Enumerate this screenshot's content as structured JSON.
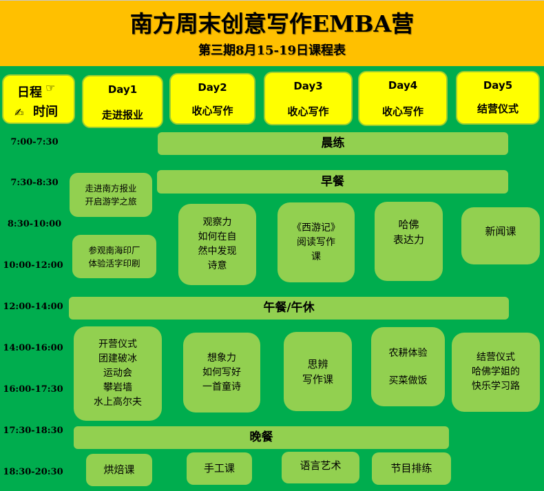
{
  "header": {
    "title": "南方周末创意写作EMBA营",
    "subtitle": "第三期8月15-19日课程表",
    "background_color": "#ffc000"
  },
  "colors": {
    "page_background": "#00ad4e",
    "day_header": "#ffff00",
    "activity_box": "#92d050"
  },
  "corner": {
    "line1": "日程",
    "line2": "时间",
    "hand_icon": "☞",
    "pen_icon": "✍"
  },
  "days": [
    {
      "label": "Day1",
      "theme": "走进报业"
    },
    {
      "label": "Day2",
      "theme": "收心写作"
    },
    {
      "label": "Day3",
      "theme": "收心写作"
    },
    {
      "label": "Day4",
      "theme": "收心写作"
    },
    {
      "label": "Day5",
      "theme": "结营仪式"
    }
  ],
  "times": [
    "7:00-7:30",
    "7:30-8:30",
    "8:30-10:00",
    "10:00-12:00",
    "12:00-14:00",
    "14:00-16:00",
    "16:00-17:30",
    "17:30-18:30",
    "18:30-20:30"
  ],
  "bars": {
    "morning_exercise": "晨练",
    "breakfast": "早餐",
    "lunch": "午餐/午休",
    "dinner": "晚餐"
  },
  "morning": {
    "day1_a": "走进南方报业\n开启游学之旅",
    "day1_b": "参观南海印厂\n体验活字印刷",
    "day2": "观察力\n如何在自\n然中发现\n诗意",
    "day3": "《西游记》\n阅读写作\n课",
    "day4": "哈佛\n表达力",
    "day5": "新闻课"
  },
  "afternoon": {
    "day1": "开营仪式\n团建破冰\n运动会\n攀岩墙\n水上高尔夫",
    "day2": "想象力\n如何写好\n一首童诗",
    "day3": "思辨\n写作课",
    "day4": "农耕体验\n\n买菜做饭",
    "day5": "结营仪式\n哈佛学姐的\n快乐学习路"
  },
  "evening": {
    "day1": "烘焙课",
    "day2": "手工课",
    "day3": "语言艺术",
    "day4": "节目排练"
  }
}
